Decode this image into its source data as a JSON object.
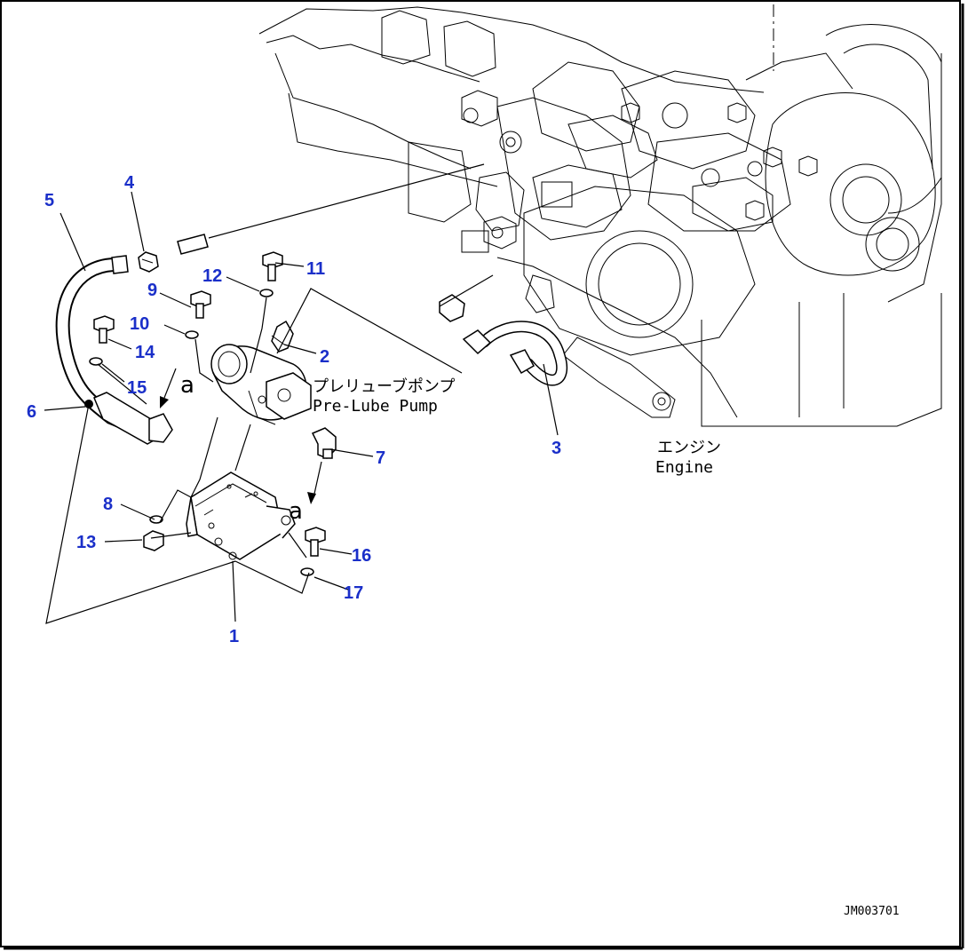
{
  "diagram": {
    "callouts": [
      {
        "id": "1",
        "text": "1"
      },
      {
        "id": "2",
        "text": "2"
      },
      {
        "id": "3",
        "text": "3"
      },
      {
        "id": "4",
        "text": "4"
      },
      {
        "id": "5",
        "text": "5"
      },
      {
        "id": "6",
        "text": "6"
      },
      {
        "id": "7",
        "text": "7"
      },
      {
        "id": "8",
        "text": "8"
      },
      {
        "id": "9",
        "text": "9"
      },
      {
        "id": "10",
        "text": "10"
      },
      {
        "id": "11",
        "text": "11"
      },
      {
        "id": "12",
        "text": "12"
      },
      {
        "id": "13",
        "text": "13"
      },
      {
        "id": "14",
        "text": "14"
      },
      {
        "id": "15",
        "text": "15"
      },
      {
        "id": "16",
        "text": "16"
      },
      {
        "id": "17",
        "text": "17"
      }
    ],
    "connection_marker": "a",
    "labels": {
      "pump_jp": "プレリューブポンプ",
      "pump_en": "Pre-Lube Pump",
      "engine_jp": "エンジン",
      "engine_en": "Engine"
    },
    "drawing_ref": "JM003701",
    "colors": {
      "callout": "#1a2fc9",
      "line": "#000000",
      "background": "#ffffff"
    }
  }
}
